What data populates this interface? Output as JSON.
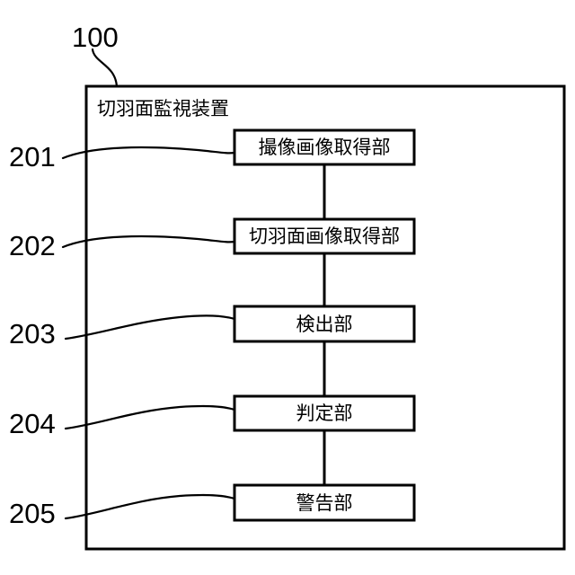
{
  "figure": {
    "device": {
      "ref": "100",
      "title": "切羽面監視装置"
    },
    "units": [
      {
        "ref": "201",
        "label": "撮像画像取得部"
      },
      {
        "ref": "202",
        "label": "切羽面画像取得部"
      },
      {
        "ref": "203",
        "label": "検出部"
      },
      {
        "ref": "204",
        "label": "判定部"
      },
      {
        "ref": "205",
        "label": "警告部"
      }
    ],
    "colors": {
      "line": "#000000",
      "background": "#ffffff",
      "text": "#000000"
    }
  }
}
